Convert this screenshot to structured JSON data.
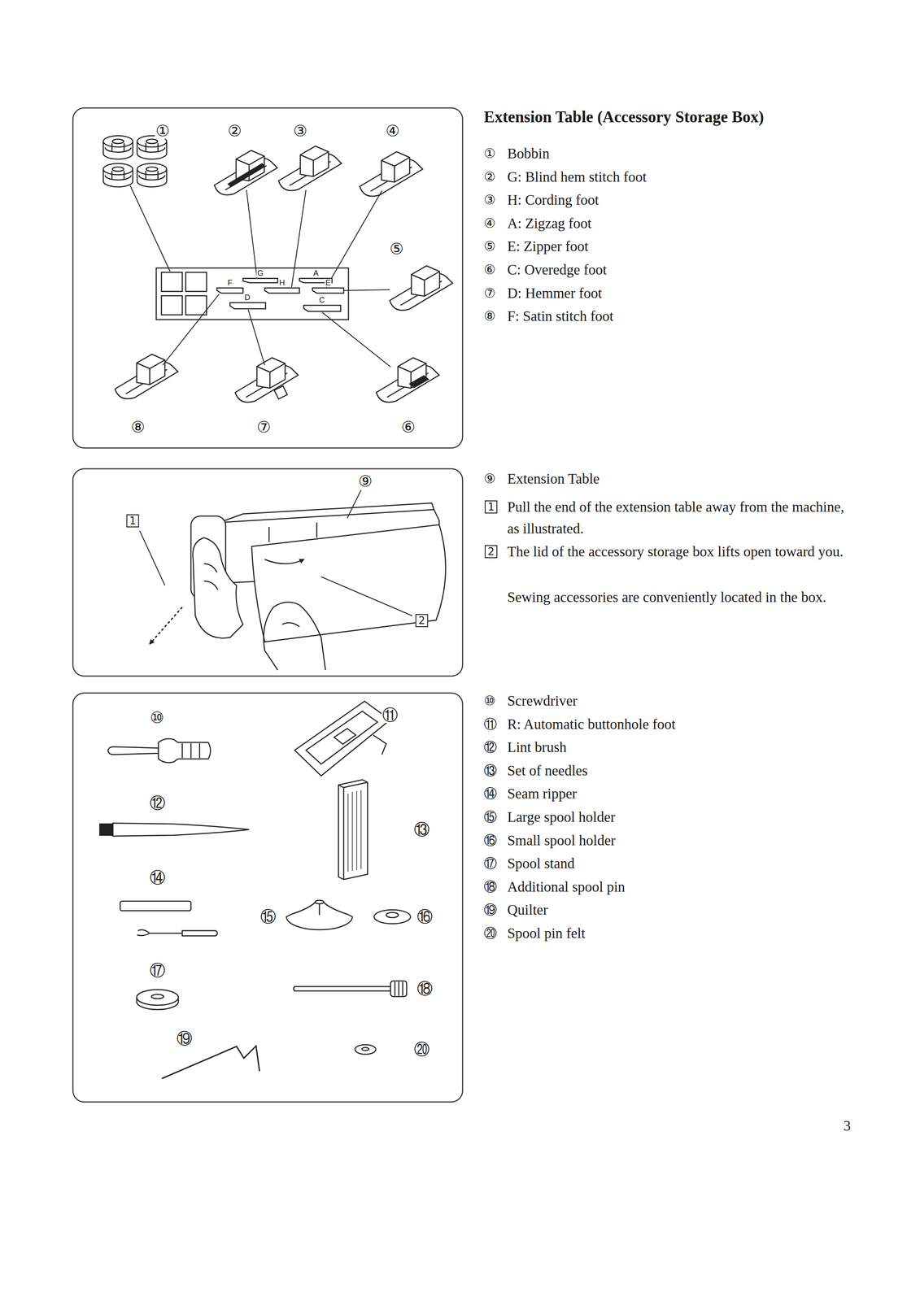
{
  "diagram": {
    "title": "Extension Table (Accessory Storage Box)",
    "labels": [
      "①",
      "②",
      "③",
      "④",
      "⑤",
      "⑥",
      "⑦",
      "⑧",
      "G",
      "A",
      "F",
      "H",
      "E",
      "D",
      "C",
      "⑨",
      "1",
      "2",
      "⑩",
      "⑪",
      "⑫",
      "⑬",
      "⑭",
      "⑮",
      "⑯",
      "⑰",
      "⑱",
      "⑲",
      "⑳",
      "①",
      "Bobbin",
      "②",
      "G: Blind hem stitch foot",
      "③",
      "H: Cording foot",
      "④",
      "A: Zigzag foot",
      "⑤",
      "E: Zipper foot",
      "⑥",
      "C: Overedge foot",
      "⑦",
      "D: Hemmer foot",
      "⑧",
      "F: Satin stitch foot",
      "⑨",
      "Extension Table",
      "1",
      "Pull the end of the extension table away from the machine, as illustrated.",
      "2",
      "The lid of the accessory storage box lifts open toward you.",
      "Sewing accessories are conveniently located in the box.",
      "⑩",
      "Screwdriver",
      "⑪",
      "R: Automatic buttonhole foot",
      "⑫",
      "Lint brush",
      "⑬",
      "Set of needles",
      "⑭",
      "Seam ripper",
      "⑮",
      "Large spool holder",
      "⑯",
      "Small spool holder",
      "⑰",
      "Spool stand",
      "⑱",
      "Additional spool pin",
      "⑲",
      "Quilter",
      "⑳",
      "Spool pin felt",
      "3"
    ]
  }
}
